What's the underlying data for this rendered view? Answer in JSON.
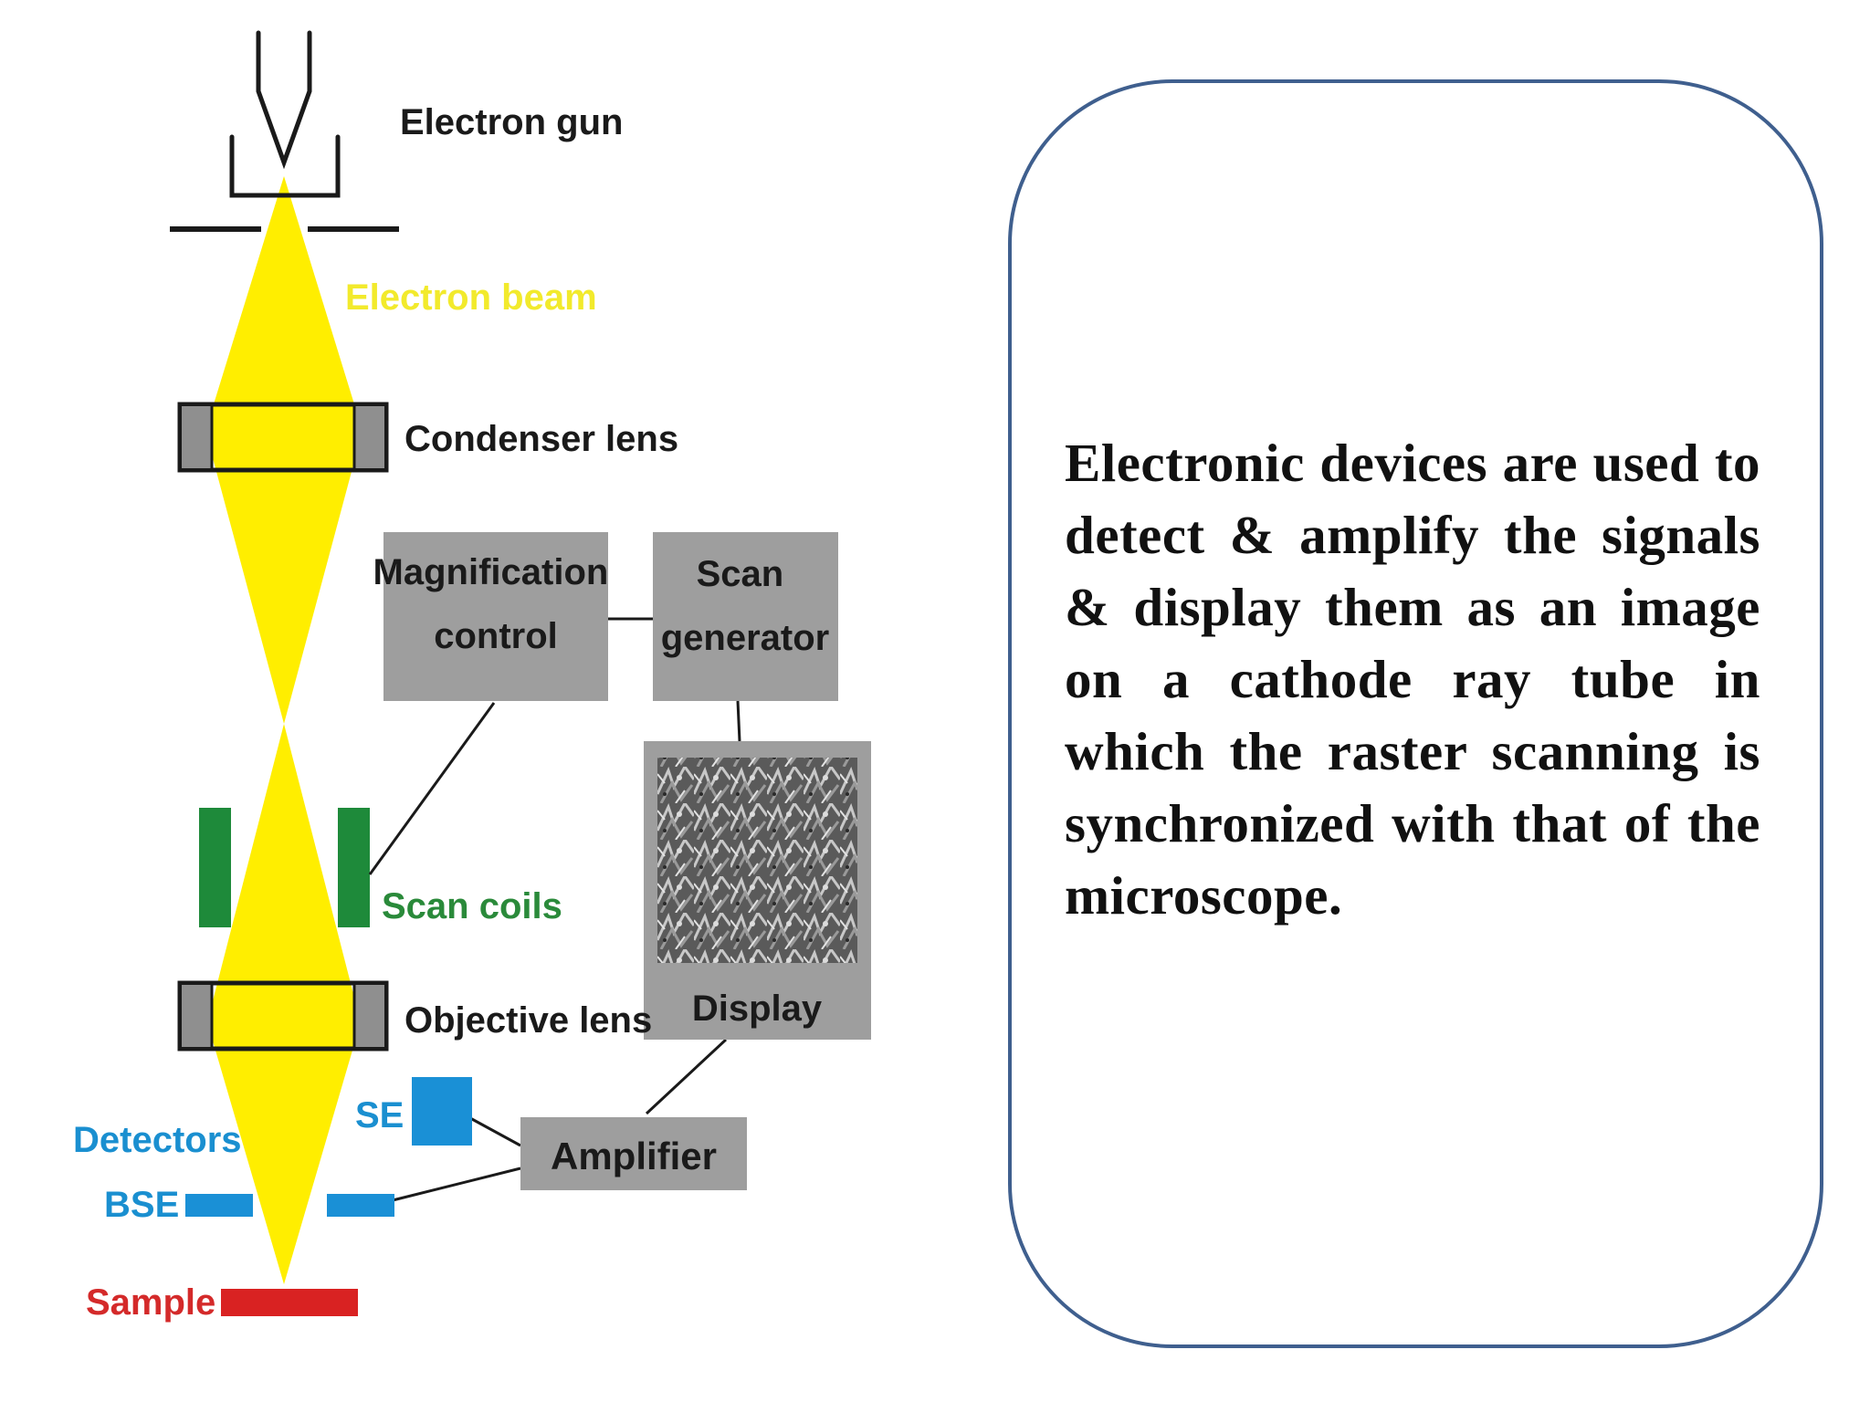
{
  "diagram": {
    "labels": {
      "electron_gun": "Electron gun",
      "electron_beam": "Electron beam",
      "condenser_lens": "Condenser lens",
      "magnification_control": [
        "Magnification",
        "control"
      ],
      "scan_generator": [
        "Scan",
        "generator"
      ],
      "scan_coils": "Scan coils",
      "display": "Display",
      "objective_lens": "Objective lens",
      "detectors": "Detectors",
      "se": "SE",
      "bse": "BSE",
      "amplifier": "Amplifier",
      "sample": "Sample"
    },
    "colors": {
      "beam": "#ffee00",
      "beam_label": "#f2ea2c",
      "box_fill": "#9e9e9e",
      "lens_fill": "#8f8f8f",
      "coil": "#1e8a3a",
      "coil_label": "#2a8a3a",
      "detector": "#1a90d6",
      "detector_label": "#1a8fd0",
      "sample": "#d92222",
      "sample_label": "#d42a2a",
      "label_text": "#1a1a1a",
      "frame_border": "#3f5f8e"
    }
  },
  "info": {
    "text": "Electronic devices are used to detect & amplify the signals & display them as an image on a cathode ray tube in which the raster scanning is synchronized with that of the microscope."
  }
}
